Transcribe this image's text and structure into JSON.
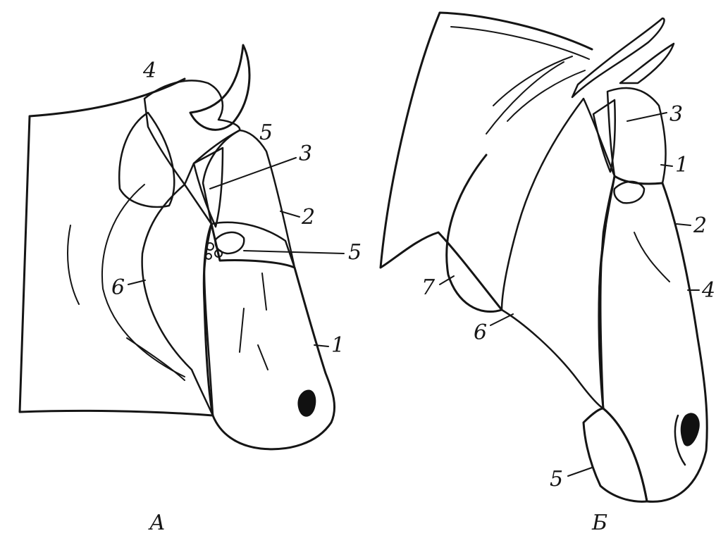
{
  "panels": [
    {
      "caption": "А",
      "labels": {
        "l1": "1",
        "l2": "2",
        "l3": "3",
        "l4": "4",
        "l5a": "5",
        "l5b": "5",
        "l6": "6"
      }
    },
    {
      "caption": "Б",
      "labels": {
        "l1": "1",
        "l2": "2",
        "l3": "3",
        "l4": "4",
        "l5": "5",
        "l6": "6",
        "l7": "7"
      }
    }
  ],
  "colors": {
    "ink": "#151515",
    "background": "#ffffff"
  }
}
